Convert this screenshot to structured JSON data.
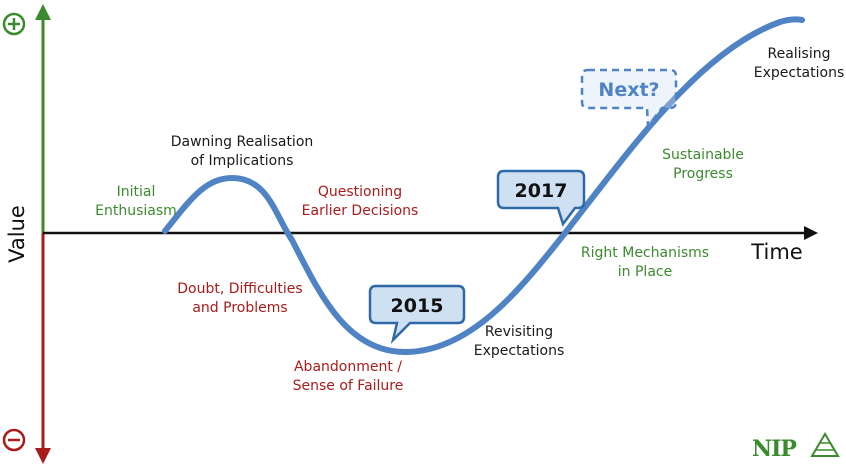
{
  "axes": {
    "y_label": "Value",
    "x_label": "Time",
    "plus_symbol": "⊕",
    "minus_symbol": "⊖"
  },
  "colors": {
    "curve": "#4f83c4",
    "callout_fill": "#cfe0f3",
    "callout_stroke": "#2f6aa8",
    "positive_axis": "#3c8a2e",
    "negative_axis": "#a81c1c",
    "positive_text": "#3c8a2e",
    "negative_text": "#a81c1c",
    "neutral_text": "#1a1a1a",
    "logo": "#3c8a2e"
  },
  "stages": [
    {
      "lines": [
        "Initial",
        "Enthusiasm"
      ],
      "tone": "positive"
    },
    {
      "lines": [
        "Dawning Realisation",
        "of Implications"
      ],
      "tone": "neutral"
    },
    {
      "lines": [
        "Questioning",
        "Earlier Decisions"
      ],
      "tone": "negative"
    },
    {
      "lines": [
        "Doubt, Difficulties",
        "and Problems"
      ],
      "tone": "negative"
    },
    {
      "lines": [
        "Abandonment /",
        "Sense of Failure"
      ],
      "tone": "negative"
    },
    {
      "lines": [
        "Revisiting",
        "Expectations"
      ],
      "tone": "neutral"
    },
    {
      "lines": [
        "Right Mechanisms",
        "in Place"
      ],
      "tone": "positive"
    },
    {
      "lines": [
        "Sustainable",
        "Progress"
      ],
      "tone": "positive"
    },
    {
      "lines": [
        "Realising",
        "Expectations"
      ],
      "tone": "neutral"
    }
  ],
  "callouts": [
    {
      "label": "2015",
      "style": "solid"
    },
    {
      "label": "2017",
      "style": "solid"
    },
    {
      "label": "Next?",
      "style": "dashed"
    }
  ],
  "logo": {
    "text": "NIP",
    "icon": "pyramid-icon"
  }
}
